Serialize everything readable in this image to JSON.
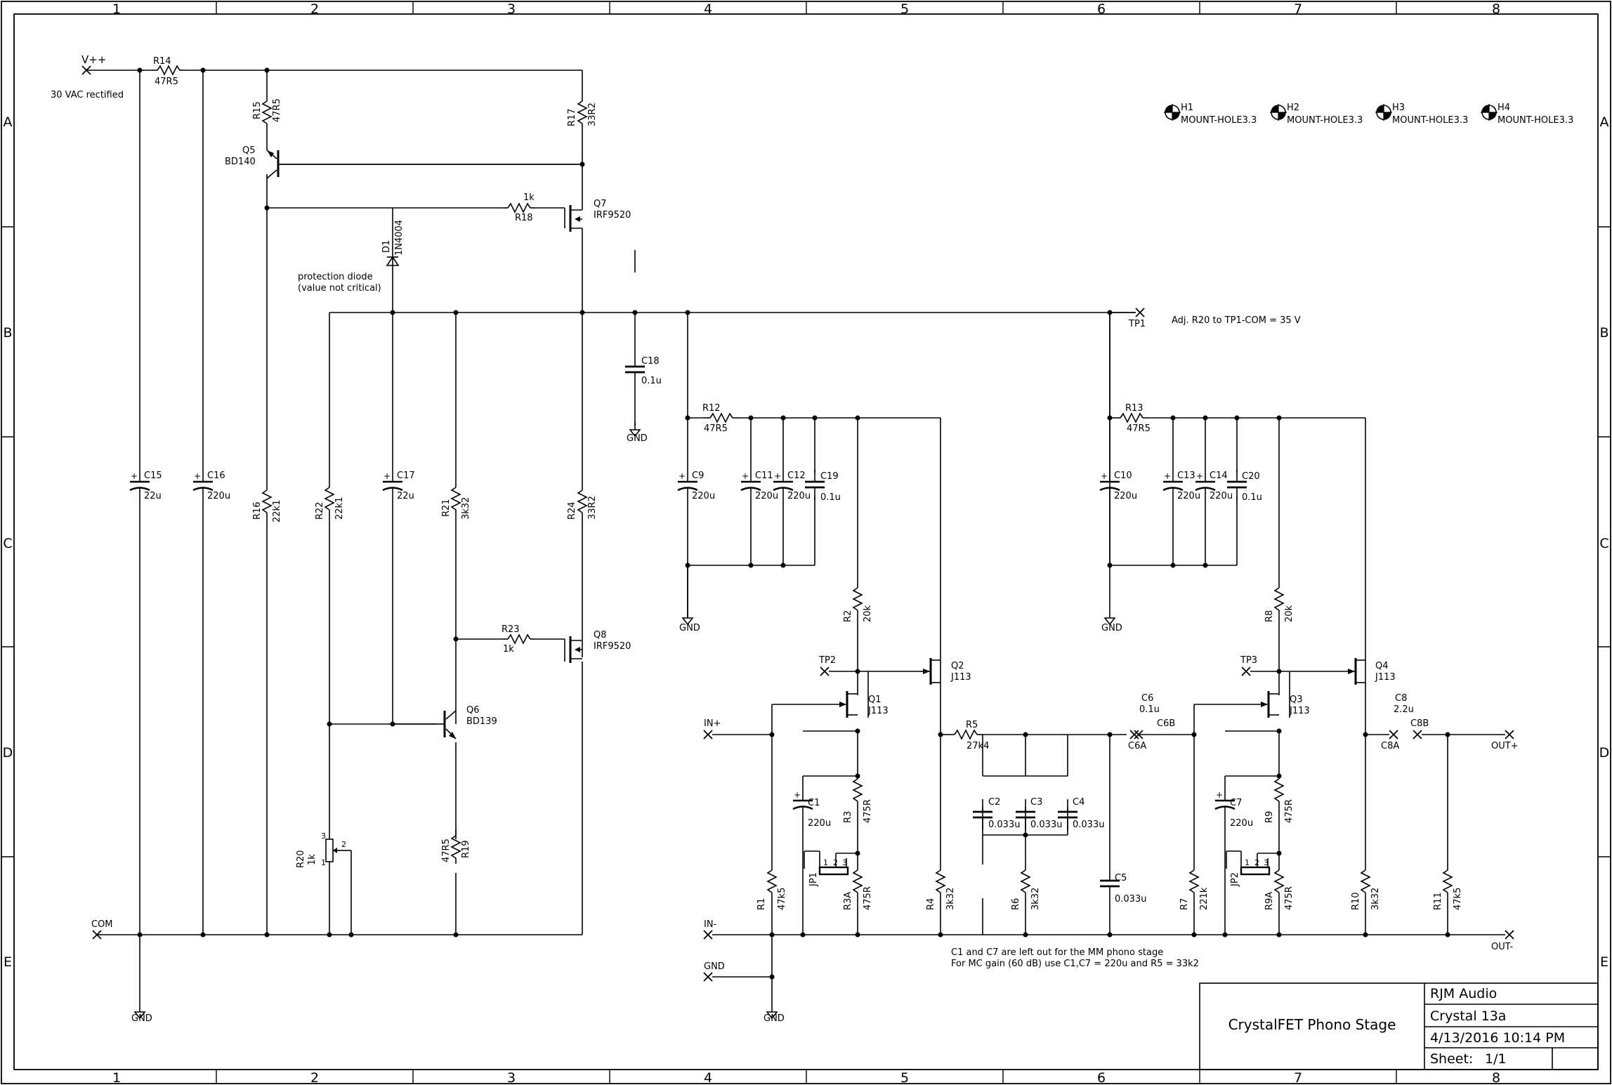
{
  "frame": {
    "columns": [
      "1",
      "2",
      "3",
      "4",
      "5",
      "6",
      "7",
      "8"
    ],
    "rows": [
      "A",
      "B",
      "C",
      "D",
      "E"
    ]
  },
  "title_block": {
    "title": "CrystalFET Phono Stage",
    "company": "RJM Audio",
    "project": "Crystal 13a",
    "date": "4/13/2016 10:14 PM",
    "sheet_label": "Sheet:",
    "sheet_value": "1/1"
  },
  "notes": {
    "supply": "30 VAC rectified",
    "protection_1": "protection diode",
    "protection_2": "(value not critical)",
    "adjust": "Adj. R20 to TP1-COM = 35 V",
    "mm_note": "C1 and C7 are left out for the MM phono stage",
    "mc_note": "For MC gain (60 dB) use C1,C7 = 220u and R5 = 33k2"
  },
  "nets": {
    "vpp": "V++",
    "com": "COM",
    "gnd": "GND",
    "tp1": "TP1",
    "tp2": "TP2",
    "tp3": "TP3",
    "in_plus": "IN+",
    "in_minus": "IN-",
    "out_plus": "OUT+",
    "out_minus": "OUT-",
    "c6a": "C6A",
    "c6b": "C6B",
    "c8a": "C8A",
    "c8b": "C8B"
  },
  "mount_holes": [
    {
      "ref": "H1",
      "value": "MOUNT-HOLE3.3"
    },
    {
      "ref": "H2",
      "value": "MOUNT-HOLE3.3"
    },
    {
      "ref": "H3",
      "value": "MOUNT-HOLE3.3"
    },
    {
      "ref": "H4",
      "value": "MOUNT-HOLE3.3"
    }
  ],
  "parts": {
    "R14": {
      "ref": "R14",
      "value": "47R5"
    },
    "R15": {
      "ref": "R15",
      "value": "47R5"
    },
    "R16": {
      "ref": "R16",
      "value": "22k1"
    },
    "R17": {
      "ref": "R17",
      "value": "33R2"
    },
    "R18": {
      "ref": "R18",
      "value": "1k"
    },
    "R19": {
      "ref": "R19",
      "value": "47R5"
    },
    "R20": {
      "ref": "R20",
      "value": "1k"
    },
    "R21": {
      "ref": "R21",
      "value": "3k32"
    },
    "R22": {
      "ref": "R22",
      "value": "22k1"
    },
    "R23": {
      "ref": "R23",
      "value": "1k"
    },
    "R24": {
      "ref": "R24",
      "value": "33R2"
    },
    "R12": {
      "ref": "R12",
      "value": "47R5"
    },
    "R13": {
      "ref": "R13",
      "value": "47R5"
    },
    "R1": {
      "ref": "R1",
      "value": "47k5"
    },
    "R2": {
      "ref": "R2",
      "value": "20k"
    },
    "R3": {
      "ref": "R3",
      "value": "475R"
    },
    "R3A": {
      "ref": "R3A",
      "value": "475R"
    },
    "R4": {
      "ref": "R4",
      "value": "3k32"
    },
    "R5": {
      "ref": "R5",
      "value": "27k4"
    },
    "R6": {
      "ref": "R6",
      "value": "3k32"
    },
    "R7": {
      "ref": "R7",
      "value": "221k"
    },
    "R8": {
      "ref": "R8",
      "value": "20k"
    },
    "R9": {
      "ref": "R9",
      "value": "475R"
    },
    "R9A": {
      "ref": "R9A",
      "value": "475R"
    },
    "R10": {
      "ref": "R10",
      "value": "3k32"
    },
    "R11": {
      "ref": "R11",
      "value": "47k5"
    },
    "C15": {
      "ref": "C15",
      "value": "22u"
    },
    "C16": {
      "ref": "C16",
      "value": "220u"
    },
    "C17": {
      "ref": "C17",
      "value": "22u"
    },
    "C18": {
      "ref": "C18",
      "value": "0.1u"
    },
    "C9": {
      "ref": "C9",
      "value": "220u"
    },
    "C11": {
      "ref": "C11",
      "value": "220u"
    },
    "C12": {
      "ref": "C12",
      "value": "220u"
    },
    "C19": {
      "ref": "C19",
      "value": "0.1u"
    },
    "C10": {
      "ref": "C10",
      "value": "220u"
    },
    "C13": {
      "ref": "C13",
      "value": "220u"
    },
    "C14": {
      "ref": "C14",
      "value": "220u"
    },
    "C20": {
      "ref": "C20",
      "value": "0.1u"
    },
    "C1": {
      "ref": "C1",
      "value": "220u"
    },
    "C7": {
      "ref": "C7",
      "value": "220u"
    },
    "C2": {
      "ref": "C2",
      "value": "0.033u"
    },
    "C3": {
      "ref": "C3",
      "value": "0.033u"
    },
    "C4": {
      "ref": "C4",
      "value": "0.033u"
    },
    "C5": {
      "ref": "C5",
      "value": "0.033u"
    },
    "C6": {
      "ref": "C6",
      "value": "0.1u"
    },
    "C8": {
      "ref": "C8",
      "value": "2.2u"
    },
    "Q1": {
      "ref": "Q1",
      "value": "J113"
    },
    "Q2": {
      "ref": "Q2",
      "value": "J113"
    },
    "Q3": {
      "ref": "Q3",
      "value": "J113"
    },
    "Q4": {
      "ref": "Q4",
      "value": "J113"
    },
    "Q5": {
      "ref": "Q5",
      "value": "BD140"
    },
    "Q6": {
      "ref": "Q6",
      "value": "BD139"
    },
    "Q7": {
      "ref": "Q7",
      "value": "IRF9520"
    },
    "Q8": {
      "ref": "Q8",
      "value": "IRF9520"
    },
    "D1": {
      "ref": "D1",
      "value": "1N4004"
    },
    "JP1": {
      "ref": "JP1"
    },
    "JP2": {
      "ref": "JP2"
    }
  },
  "pins": {
    "p1": "1",
    "p2": "2",
    "p3": "3"
  }
}
